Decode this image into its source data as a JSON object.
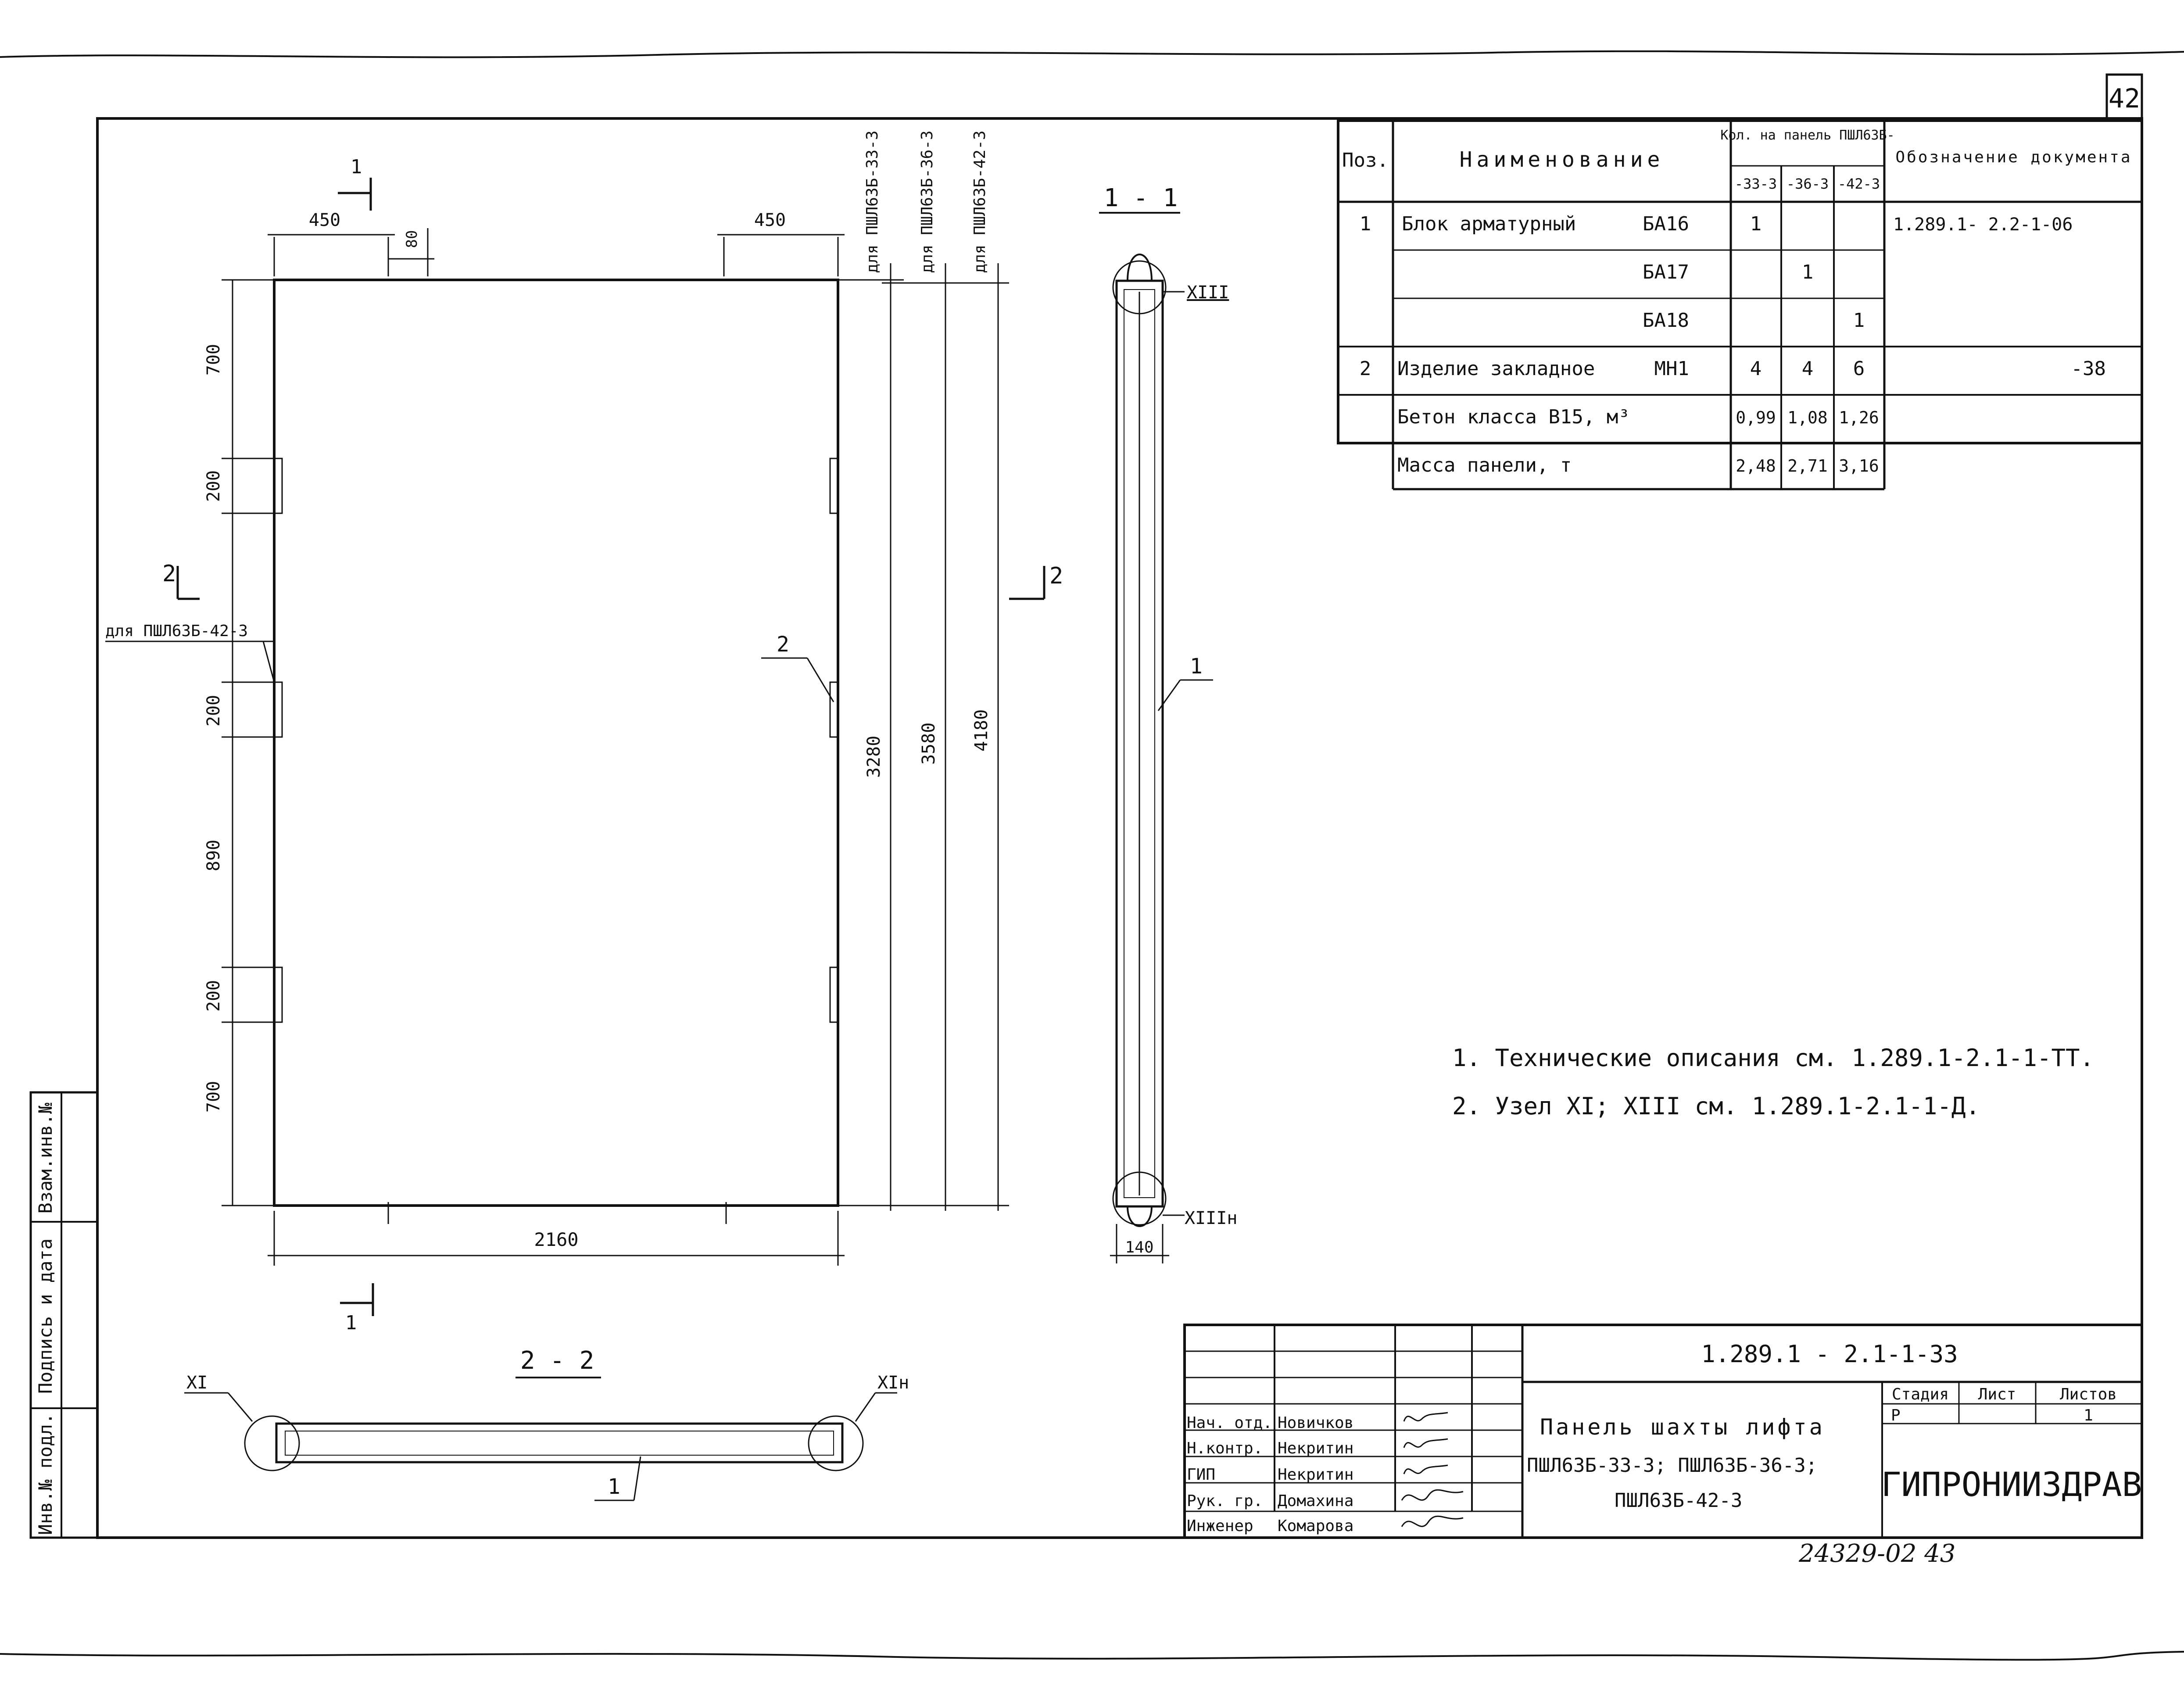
{
  "sheet_number": "42",
  "drawing": {
    "panel_labels": [
      "для ПШЛ63Б-33-3",
      "для ПШЛ63Б-36-3",
      "для ПШЛ63Б-42-3"
    ],
    "side_label": "для ПШЛ63Б-42-3",
    "dims": {
      "top_left": "450",
      "top_80": "80",
      "top_right": "450",
      "left_700a": "700",
      "left_200a": "200",
      "left_200b": "200",
      "left_890": "890",
      "left_200c": "200",
      "left_700b": "700",
      "h_3280": "3280",
      "h_3580": "3580",
      "h_4180": "4180",
      "bottom_2160": "2160",
      "section_140": "140"
    },
    "section_marks": {
      "s1": "1",
      "s2": "2"
    },
    "callouts": {
      "c1": "1",
      "c2": "2",
      "c3": "1"
    }
  },
  "section_1_1": {
    "title": "1 - 1",
    "node_top": "XIII",
    "node_bottom": "XIIIн"
  },
  "section_2_2": {
    "title": "2 - 2",
    "node_left": "XI",
    "node_right": "XIн"
  },
  "spec_table": {
    "headers": {
      "pos": "Поз.",
      "name": "Наименование",
      "qty": "Кол. на панель ПШЛ63Б-",
      "q1": "-33-3",
      "q2": "-36-3",
      "q3": "-42-3",
      "doc": "Обозначение документа"
    },
    "rows": [
      {
        "pos": "1",
        "name": "Блок арматурный",
        "mark": "БА16",
        "q1": "1",
        "q2": "",
        "q3": "",
        "doc": "1.289.1- 2.2-1-06"
      },
      {
        "pos": "",
        "name": "",
        "mark": "БА17",
        "q1": "",
        "q2": "1",
        "q3": "",
        "doc": ""
      },
      {
        "pos": "",
        "name": "",
        "mark": "БА18",
        "q1": "",
        "q2": "",
        "q3": "1",
        "doc": ""
      },
      {
        "pos": "2",
        "name": "Изделие закладное",
        "mark": "МН1",
        "q1": "4",
        "q2": "4",
        "q3": "6",
        "doc": "-38"
      },
      {
        "pos": "",
        "name": "Бетон класса B15, м³",
        "mark": "",
        "q1": "0,99",
        "q2": "1,08",
        "q3": "1,26",
        "doc": ""
      },
      {
        "pos": "",
        "name": "Масса панели, т",
        "mark": "",
        "q1": "2,48",
        "q2": "2,71",
        "q3": "3,16",
        "doc": ""
      }
    ]
  },
  "notes": [
    "1. Технические описания см. 1.289.1-2.1-1-ТТ.",
    "2. Узел XI; XIII   см. 1.289.1-2.1-1-Д."
  ],
  "title_block": {
    "code": "1.289.1 - 2.1-1-33",
    "title_lines": [
      "Панель шахты лифта",
      "ПШЛ63Б-33-3; ПШЛ63Б-36-3;",
      "ПШЛ63Б-42-3"
    ],
    "stage_label": "Стадия",
    "sheet_label": "Лист",
    "sheets_label": "Листов",
    "stage": "Р",
    "sheets": "1",
    "org": "ГИПРОНИИЗДРАВ",
    "people": [
      {
        "role": "Нач. отд.",
        "name": "Новичков"
      },
      {
        "role": "Н.контр.",
        "name": "Некритин"
      },
      {
        "role": "ГИП",
        "name": "Некритин"
      },
      {
        "role": "Рук. гр.",
        "name": "Домахина"
      },
      {
        "role": "Инженер",
        "name": "Комарова"
      }
    ]
  },
  "side_stamp": [
    "Инв.№ подл.",
    "Подпись и дата",
    "Взам.инв.№"
  ],
  "footer_code": "24329-02  43"
}
